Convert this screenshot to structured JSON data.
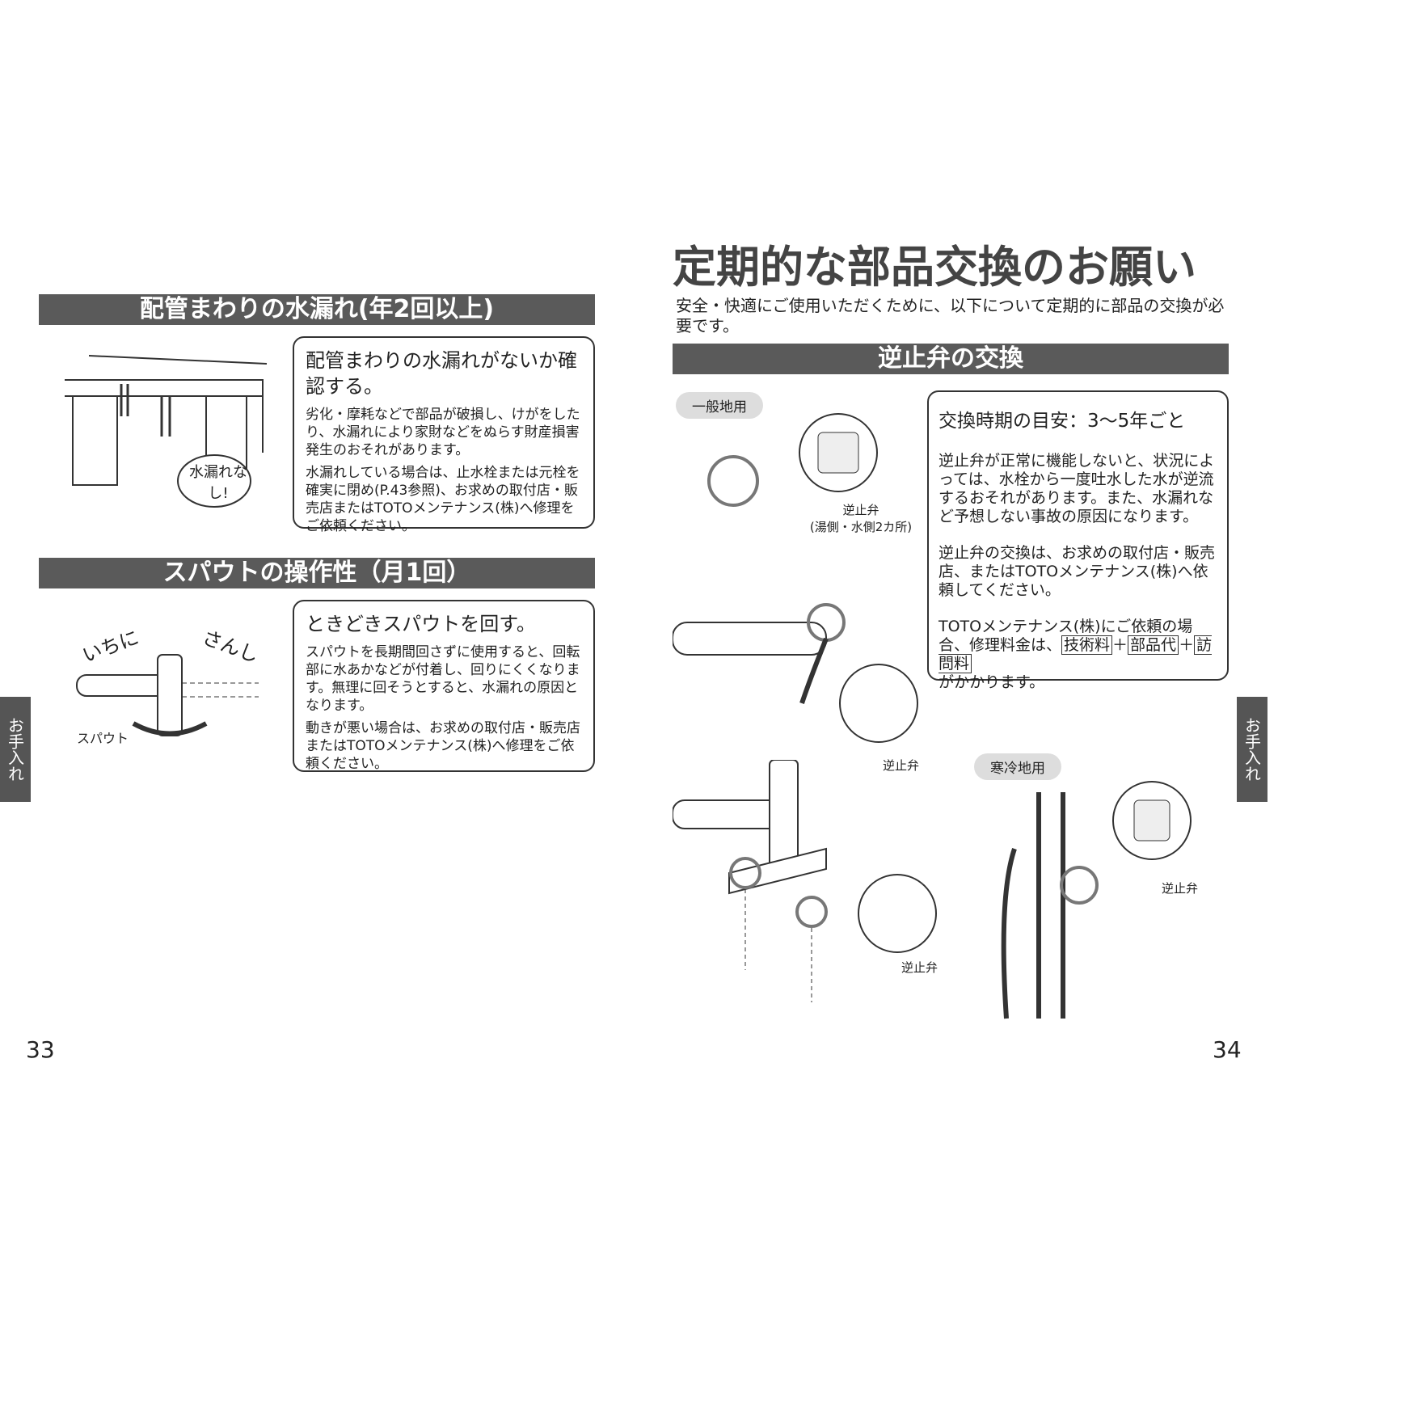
{
  "left": {
    "section1": {
      "heading": "配管まわりの水漏れ(年2回以上)",
      "title": "配管まわりの水漏れがないか確認する。",
      "p1": "劣化・摩耗などで部品が破損し、けがをしたり、水漏れにより家財などをぬらす財産損害発生のおそれがあります。",
      "p2": "水漏れしている場合は、止水栓または元栓を確実に閉め(P.43参照)、お求めの取付店・販売店またはTOTOメンテナンス(株)へ修理をご依頼ください。",
      "bubble": "水漏れなし!"
    },
    "section2": {
      "heading": "スパウトの操作性（月1回）",
      "title": "ときどきスパウトを回す。",
      "p1": "スパウトを長期間回さずに使用すると、回転部に水あかなどが付着し、回りにくくなります。無理に回そうとすると、水漏れの原因となります。",
      "p2": "動きが悪い場合は、お求めの取付店・販売店またはTOTOメンテナンス(株)へ修理をご依頼ください。",
      "label_ichini": "いちに",
      "label_sanshi": "さんし",
      "label_spout": "スパウト"
    },
    "tab": "お手入れ",
    "page": "33"
  },
  "right": {
    "title": "定期的な部品交換のお願い",
    "intro": "安全・快適にご使用いただくために、以下について定期的に部品の交換が必要です。",
    "heading": "逆止弁の交換",
    "general_label": "一般地用",
    "cold_label": "寒冷地用",
    "valve_label": "逆止弁",
    "valve_note": "(湯側・水側2カ所)",
    "box": {
      "title": "交換時期の目安：3〜5年ごと",
      "p1": "逆止弁が正常に機能しないと、状況によっては、水栓から一度吐水した水が逆流するおそれがあります。また、水漏れなど予想しない事故の原因になります。",
      "p2": "逆止弁の交換は、お求めの取付店・販売店、またはTOTOメンテナンス(株)へ依頼してください。",
      "p3a": "TOTOメンテナンス(株)にご依頼の場合、修理料金は、",
      "fee1": "技術料",
      "fee2": "部品代",
      "fee3": "訪問料",
      "plus": "＋",
      "p3b": "がかかります。"
    },
    "tab": "お手入れ",
    "page": "34"
  }
}
